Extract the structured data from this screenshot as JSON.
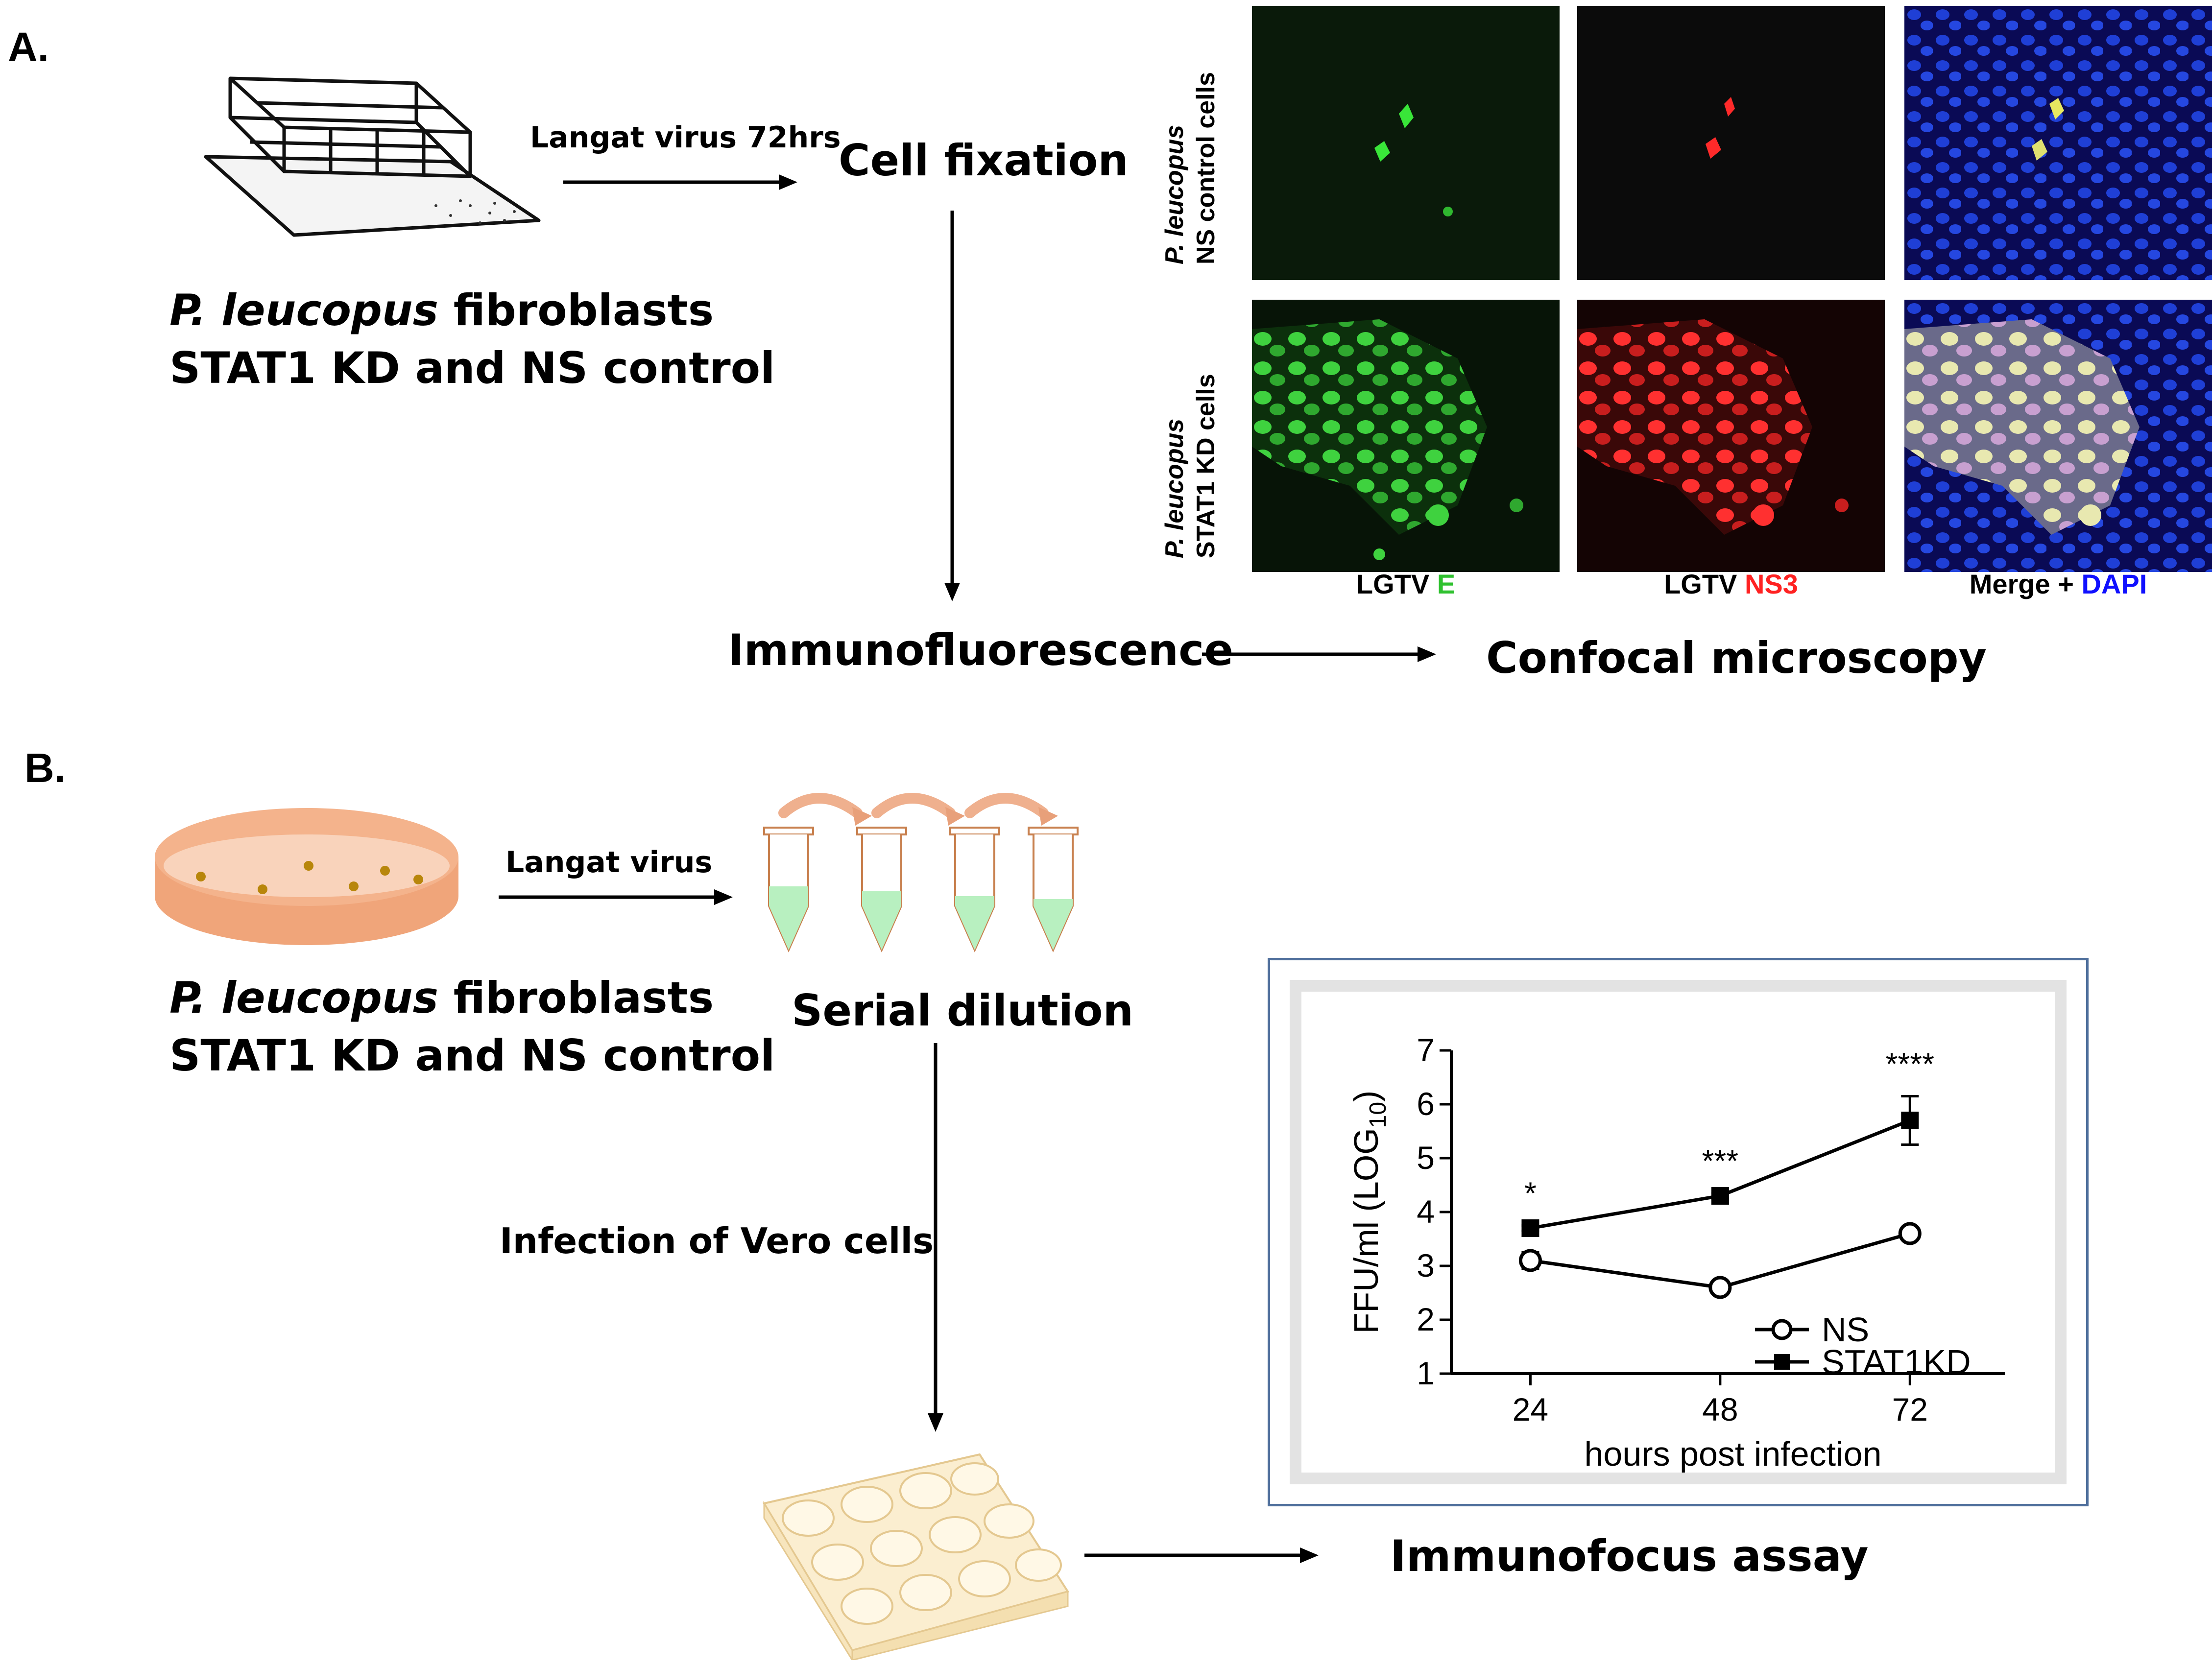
{
  "panel_a": {
    "letter": "A.",
    "arrow1_label": "Langat virus 72hrs",
    "step1": "Cell fixation",
    "cells_line1_italic": "P. leucopus",
    "cells_line1_rest": " fibroblasts",
    "cells_line2": "STAT1 KD and NS control",
    "step2": "Immunofluorescence",
    "step3": "Confocal microscopy",
    "row1_italic": "P. leucopus",
    "row1_rest": "NS control cells",
    "row2_italic": "P. leucopus",
    "row2_rest": "STAT1 KD cells",
    "col1_prefix": "LGTV ",
    "col1_colored": "E",
    "col2_prefix": "LGTV ",
    "col2_colored": "NS3",
    "col3_prefix": "Merge + ",
    "col3_colored": "DAPI",
    "colors": {
      "green": "#2fc12f",
      "red": "#ff2222",
      "blue": "#1010ff"
    }
  },
  "panel_b": {
    "letter": "B.",
    "arrow1_label": "Langat virus",
    "cells_line1_italic": "P. leucopus",
    "cells_line1_rest": " fibroblasts",
    "cells_line2": "STAT1 KD and NS control",
    "step1": "Serial dilution",
    "step2": "Infection of Vero cells",
    "step3": "Immunofocus assay"
  },
  "chart_data": {
    "type": "line",
    "xlabel": "hours post infection",
    "ylabel_prefix": "FFU/ml (LOG",
    "ylabel_sub": "10",
    "ylabel_suffix": ")",
    "x": [
      24,
      48,
      72
    ],
    "x_tick_labels": [
      "24",
      "48",
      "72"
    ],
    "ylim": [
      1,
      7
    ],
    "y_tick_labels": [
      "1",
      "2",
      "3",
      "4",
      "5",
      "6",
      "7"
    ],
    "series": [
      {
        "name": "NS",
        "marker": "open-circle",
        "values": [
          3.1,
          2.6,
          3.6
        ],
        "err": [
          0.15,
          0.05,
          0.1
        ]
      },
      {
        "name": "STAT1KD",
        "marker": "filled-square",
        "values": [
          3.7,
          4.3,
          5.7
        ],
        "err": [
          0.05,
          0.05,
          0.45
        ]
      }
    ],
    "significance": [
      "*",
      "***",
      "****"
    ],
    "legend_position": "bottom-right",
    "grid": false
  }
}
